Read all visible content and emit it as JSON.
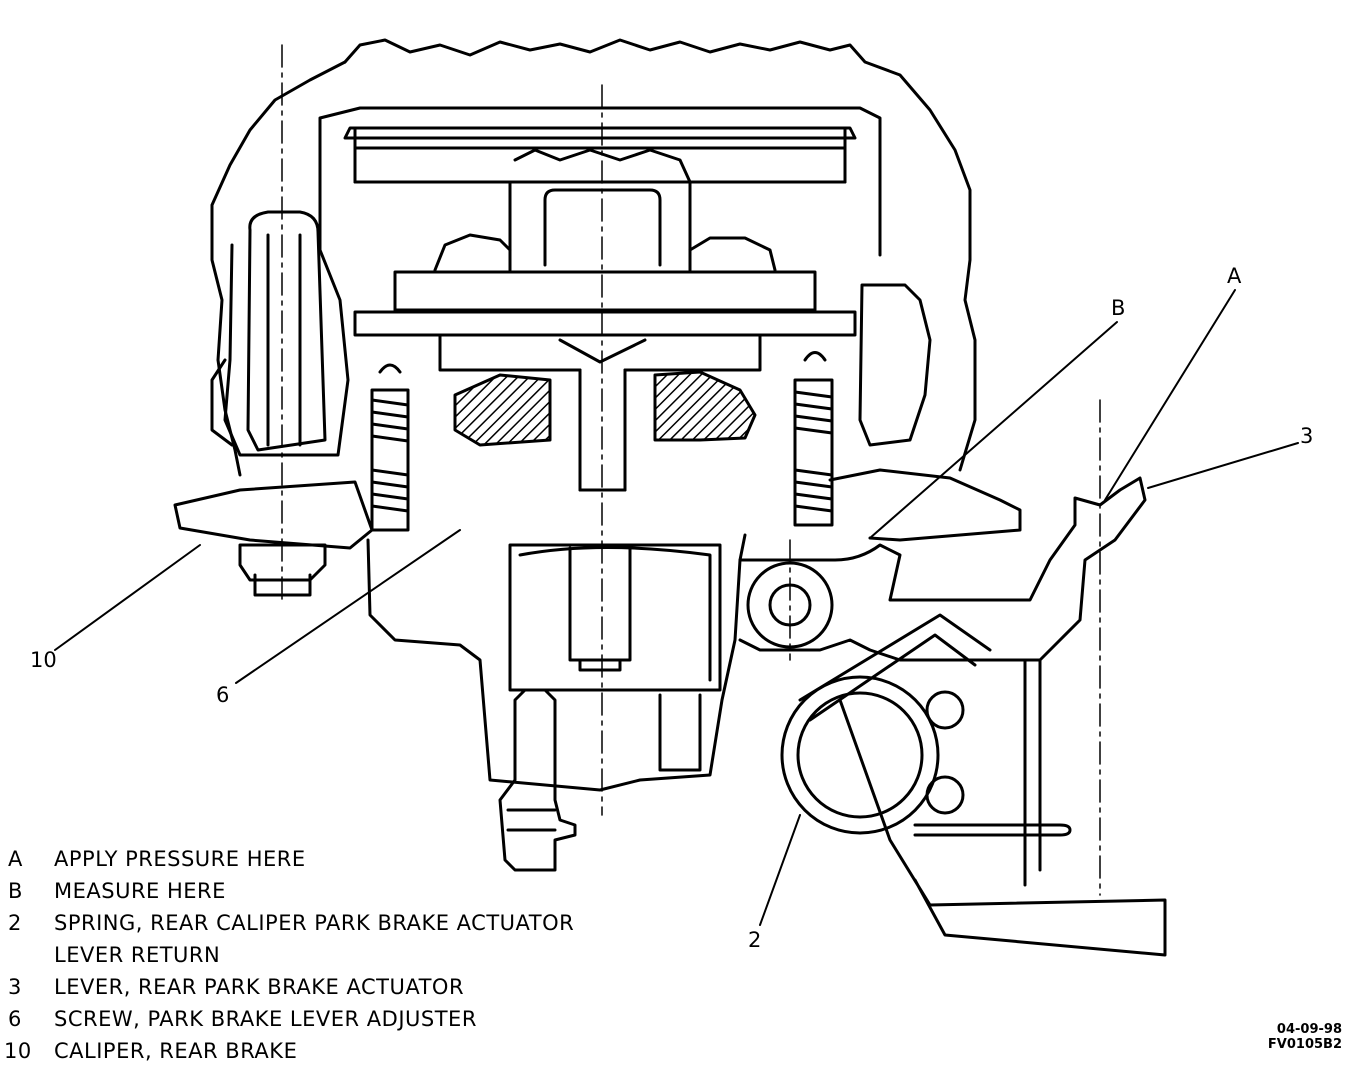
{
  "callouts": {
    "A": "A",
    "B": "B",
    "c2": "2",
    "c3": "3",
    "c6": "6",
    "c10": "10"
  },
  "legend": [
    {
      "key": "A",
      "text": "APPLY PRESSURE HERE"
    },
    {
      "key": "B",
      "text": "MEASURE HERE"
    },
    {
      "key": "2",
      "text": "SPRING, REAR CALIPER PARK BRAKE ACTUATOR"
    },
    {
      "key": "",
      "text": "LEVER RETURN"
    },
    {
      "key": "3",
      "text": "LEVER, REAR PARK BRAKE ACTUATOR"
    },
    {
      "key": "6",
      "text": "SCREW, PARK BRAKE LEVER ADJUSTER"
    },
    {
      "key": "10",
      "text": "CALIPER, REAR BRAKE"
    }
  ],
  "stamp": {
    "date": "04-09-98",
    "code": "FV0105B2"
  },
  "colors": {
    "ink": "#000000",
    "paper": "#ffffff"
  }
}
